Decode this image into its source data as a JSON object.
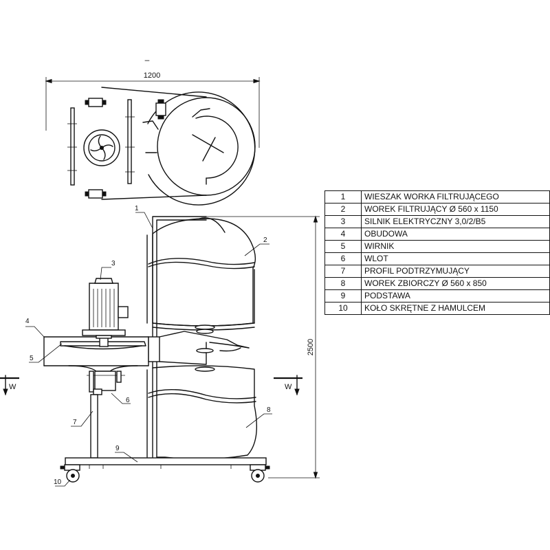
{
  "top_view": {
    "mark": "–",
    "width_dimension": "1200"
  },
  "side_view": {
    "height_dimension": "2500",
    "section_mark_left": "W",
    "section_mark_right": "W"
  },
  "callouts": [
    "1",
    "2",
    "3",
    "4",
    "5",
    "6",
    "7",
    "8",
    "9",
    "10"
  ],
  "legend": [
    {
      "no": "1",
      "text": "WIESZAK WORKA FILTRUJĄCEGO"
    },
    {
      "no": "2",
      "text": "WOREK FILTRUJĄCY  Ø 560 x 1150"
    },
    {
      "no": "3",
      "text": "SILNIK ELEKTRYCZNY  3,0/2/B5"
    },
    {
      "no": "4",
      "text": "OBUDOWA"
    },
    {
      "no": "5",
      "text": "WIRNIK"
    },
    {
      "no": "6",
      "text": "WLOT"
    },
    {
      "no": "7",
      "text": "PROFIL PODTRZYMUJĄCY"
    },
    {
      "no": "8",
      "text": "WOREK ZBIORCZY Ø 560 x 850"
    },
    {
      "no": "9",
      "text": "PODSTAWA"
    },
    {
      "no": "10",
      "text": "KOŁO SKRĘTNE Z HAMULCEM"
    }
  ]
}
